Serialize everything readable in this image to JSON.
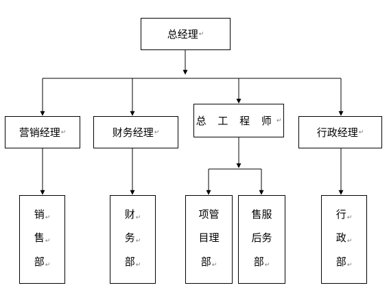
{
  "chart": {
    "root": {
      "label": "总经理"
    },
    "managers": [
      {
        "id": "sales-manager",
        "label": "营销经理"
      },
      {
        "id": "finance-manager",
        "label": "财务经理"
      },
      {
        "id": "chief-engineer",
        "label": "总 工 程 师"
      },
      {
        "id": "admin-manager",
        "label": "行政经理"
      }
    ],
    "departments": [
      {
        "id": "sales-dept",
        "lines": [
          "销",
          "售",
          "部"
        ]
      },
      {
        "id": "finance-dept",
        "lines": [
          "财",
          "务",
          "部"
        ]
      },
      {
        "id": "project-mgmt-dept",
        "lines": [
          "项管",
          "目理",
          "部"
        ]
      },
      {
        "id": "after-sales-dept",
        "lines": [
          "售服",
          "后务",
          "部"
        ]
      },
      {
        "id": "admin-dept",
        "lines": [
          "行",
          "政",
          "部"
        ]
      }
    ]
  },
  "paragraph_mark": "↵",
  "colors": {
    "line": "#000000",
    "box_border": "#000000",
    "paragraph_mark": "#7a7a7a"
  }
}
